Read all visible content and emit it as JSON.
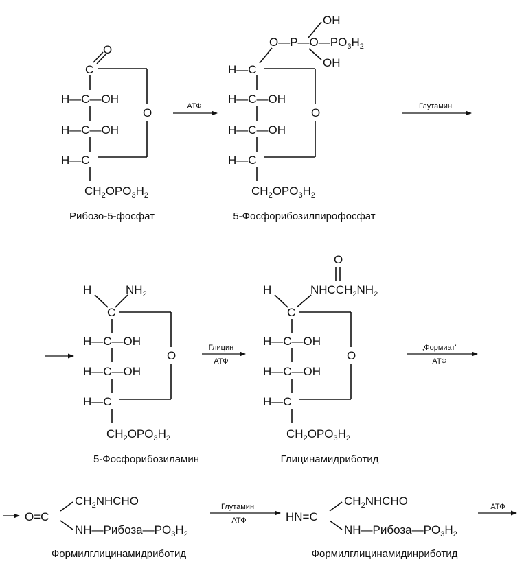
{
  "diagram": {
    "molecules": {
      "ribose5p": {
        "caption": "Рибозо-5-фосфат",
        "top_O": "O",
        "c1": "C",
        "h_c_oh": "H—C—OH",
        "ring_o": "O",
        "h_c": "H—C",
        "ch2": "CH",
        "ch2_sub": "2",
        "ch2_o_p": "OPO",
        "ch2_o_p_sub3": "3",
        "ch2_h": "H",
        "ch2_h_sub": "2"
      },
      "prpp": {
        "caption": "5-Фосфорибозилпирофосфат",
        "oh_top": "OH",
        "p_line": "O—P—O—PO",
        "p_sub3": "3",
        "p_h": "H",
        "p_h_sub": "2",
        "oh_bottom": "OH",
        "h_c": "H—C",
        "h_c_oh": "H—C—OH",
        "ring_o": "O",
        "ch2": "CH",
        "ch2_sub": "2",
        "ch2_o_p": "OPO",
        "ch2_o_p_sub3": "3",
        "ch2_h": "H",
        "ch2_h_sub": "2"
      },
      "pra": {
        "caption": "5-Фосфорибозиламин",
        "h": "H",
        "nh2": "NH",
        "nh2_sub": "2",
        "c1": "C",
        "h_c_oh": "H—C—OH",
        "ring_o": "O",
        "h_c": "H—C",
        "ch2": "CH",
        "ch2_sub": "2",
        "ch2_o_p": "OPO",
        "ch2_o_p_sub3": "3",
        "ch2_h": "H",
        "ch2_h_sub": "2"
      },
      "gar": {
        "caption": "Глицинамидриботид",
        "top_O": "O",
        "h": "H",
        "chain": "NHCCH",
        "chain_sub": "2",
        "chain_end": "NH",
        "chain_end_sub": "2",
        "c1": "C",
        "h_c_oh": "H—C—OH",
        "ring_o": "O",
        "h_c": "H—C",
        "ch2": "CH",
        "ch2_sub": "2",
        "ch2_o_p": "OPO",
        "ch2_o_p_sub3": "3",
        "ch2_h": "H",
        "ch2_h_sub": "2"
      },
      "fgar": {
        "caption": "Формилглицинамидриботид",
        "left": "O=C",
        "upper": "CH",
        "upper_sub": "2",
        "upper_end": "NHCHO",
        "lower": "NH—Рибоза—PO",
        "lower_sub3": "3",
        "lower_h": "H",
        "lower_h_sub": "2"
      },
      "fgam": {
        "caption": "Формилглицинамидинриботид",
        "left": "HN=C",
        "upper": "CH",
        "upper_sub": "2",
        "upper_end": "NHCHO",
        "lower": "NH—Рибоза—PO",
        "lower_sub3": "3",
        "lower_h": "H",
        "lower_h_sub": "2"
      }
    },
    "arrows": {
      "a1_label": "АТФ",
      "a2_label": "Глутамин",
      "a3_top": "Глицин",
      "a3_bottom": "АТФ",
      "a4_top": "„Формиат\"",
      "a4_bottom": "АТФ",
      "a5_top": "Глутамин",
      "a5_bottom": "АТФ",
      "a6_label": "АТФ"
    }
  }
}
